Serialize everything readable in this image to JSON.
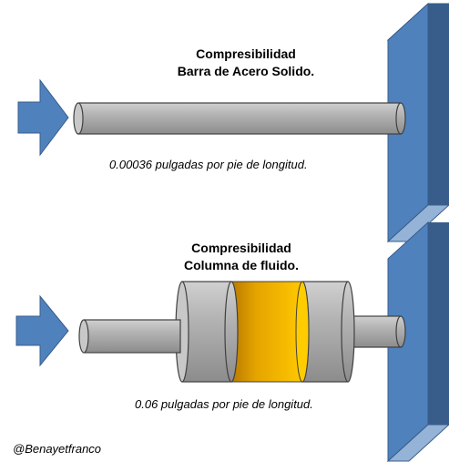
{
  "top_section": {
    "title_line1": "Compresibilidad",
    "title_line2": "Barra de Acero Solido.",
    "measurement": "0.00036 pulgadas por pie de longitud."
  },
  "bottom_section": {
    "title_line1": "Compresibilidad",
    "title_line2": "Columna de fluido.",
    "measurement": "0.06 pulgadas por pie de longitud."
  },
  "credit": "@Benayetfranco",
  "colors": {
    "arrow": "#4f81bd",
    "wall_front": "#4f81bd",
    "wall_side": "#385d8a",
    "wall_top": "#95b3d7",
    "rod": "#a6a6a6",
    "rod_edge": "#404040",
    "fluid": "#f4b400"
  }
}
